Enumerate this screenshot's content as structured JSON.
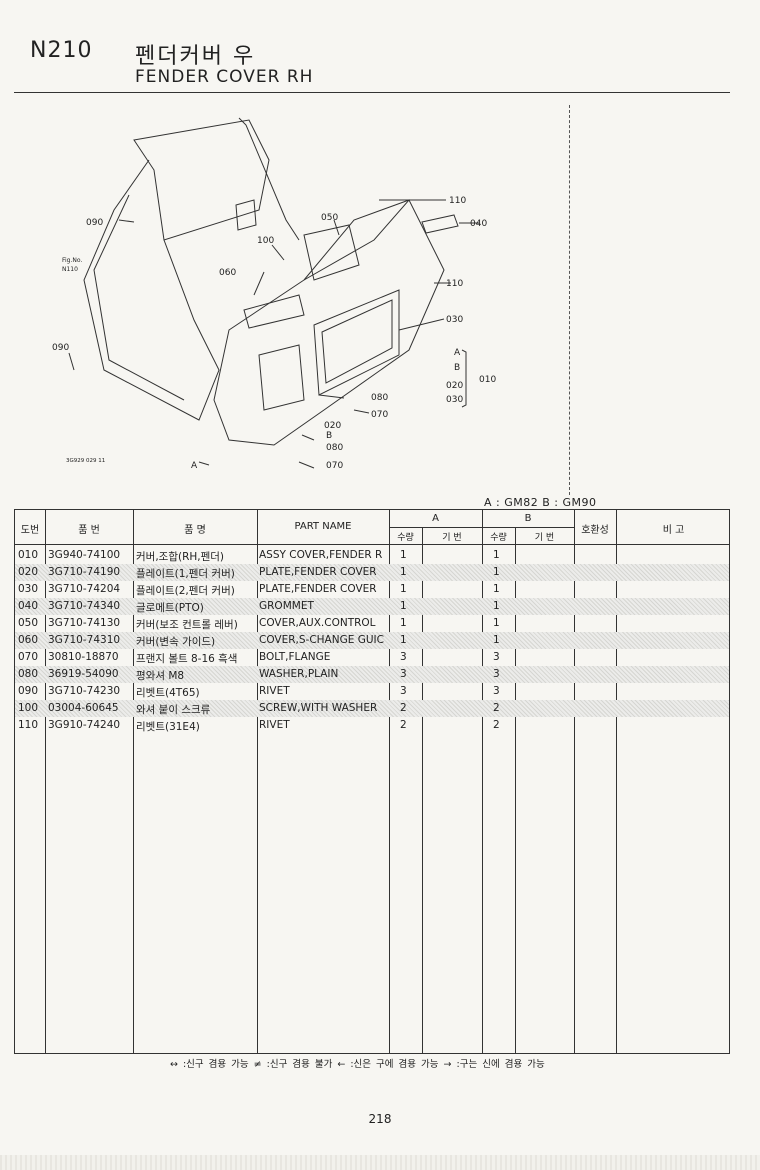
{
  "header": {
    "code": "N210",
    "title_ko": "펜더커버 우",
    "title_en": "FENDER COVER RH"
  },
  "diagram": {
    "callouts": [
      "090",
      "100",
      "050",
      "110",
      "040",
      "060",
      "110",
      "030",
      "090",
      "A",
      "B",
      "020",
      "030",
      "010",
      "080",
      "070",
      "020",
      "B",
      "080",
      "070",
      "A"
    ],
    "fig_ref_1": "Fig.No.",
    "fig_ref_2": "N110",
    "drawing_no": "3G929 029 11",
    "icon": "fender-cover-exploded-drawing"
  },
  "model_note": "A : GM82   B : GM90",
  "table": {
    "headers": {
      "ref": "도번",
      "part_no": "품 번",
      "name_ko": "품 명",
      "part_name": "PART NAME",
      "group_a": "A",
      "group_b": "B",
      "qty": "수량",
      "symbol": "기 번",
      "interchange": "호환성",
      "remarks": "비 고"
    },
    "rows": [
      {
        "ref": "010",
        "part_no": "3G940-74100",
        "name_ko": "커버,조합(RH,펜더)",
        "part_name": "ASSY COVER,FENDER R",
        "qty_a": "1",
        "qty_b": "1"
      },
      {
        "ref": "020",
        "part_no": "3G710-74190",
        "name_ko": "플레이트(1,펜더 커버)",
        "part_name": "PLATE,FENDER COVER",
        "qty_a": "1",
        "qty_b": "1"
      },
      {
        "ref": "030",
        "part_no": "3G710-74204",
        "name_ko": "플레이트(2,펜더 커버)",
        "part_name": "PLATE,FENDER COVER",
        "qty_a": "1",
        "qty_b": "1"
      },
      {
        "ref": "040",
        "part_no": "3G710-74340",
        "name_ko": "글로메트(PTO)",
        "part_name": "GROMMET",
        "qty_a": "1",
        "qty_b": "1"
      },
      {
        "ref": "050",
        "part_no": "3G710-74130",
        "name_ko": "커버(보조 컨트롤 레버)",
        "part_name": "COVER,AUX.CONTROL",
        "qty_a": "1",
        "qty_b": "1"
      },
      {
        "ref": "060",
        "part_no": "3G710-74310",
        "name_ko": "커버(변속 가이드)",
        "part_name": "COVER,S-CHANGE GUIC",
        "qty_a": "1",
        "qty_b": "1"
      },
      {
        "ref": "070",
        "part_no": "30810-18870",
        "name_ko": "프랜지 볼트 8-16 흑색",
        "part_name": "BOLT,FLANGE",
        "qty_a": "3",
        "qty_b": "3"
      },
      {
        "ref": "080",
        "part_no": "36919-54090",
        "name_ko": "평와셔 M8",
        "part_name": "WASHER,PLAIN",
        "qty_a": "3",
        "qty_b": "3"
      },
      {
        "ref": "090",
        "part_no": "3G710-74230",
        "name_ko": "리벳트(4T65)",
        "part_name": "RIVET",
        "qty_a": "3",
        "qty_b": "3"
      },
      {
        "ref": "100",
        "part_no": "03004-60645",
        "name_ko": "와셔 붙이 스크류",
        "part_name": "SCREW,WITH WASHER",
        "qty_a": "2",
        "qty_b": "2"
      },
      {
        "ref": "110",
        "part_no": "3G910-74240",
        "name_ko": "리벳트(31E4)",
        "part_name": "RIVET",
        "qty_a": "2",
        "qty_b": "2"
      }
    ]
  },
  "legend": "↔ :신구 겸용 가능   ≠ :신구 겸용 불가   ← :신은 구에 겸용 가능   → :구는 신에 겸용 가능",
  "page_number": "218"
}
